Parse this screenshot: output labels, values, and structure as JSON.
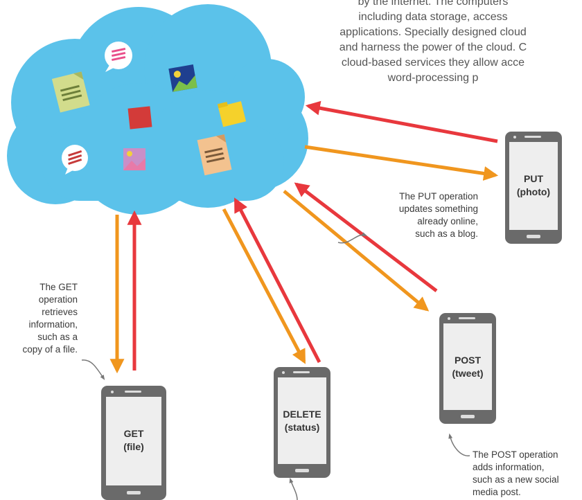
{
  "intro_lines": [
    "by the internet. The computers",
    "including data storage, access",
    "applications. Specially designed cloud",
    "and harness the power of the cloud. C",
    "cloud-based services they allow acce",
    "word-processing p"
  ],
  "devices": {
    "put": {
      "line1": "PUT",
      "line2": "(photo)"
    },
    "get": {
      "line1": "GET",
      "line2": "(file)"
    },
    "delete": {
      "line1": "DELETE",
      "line2": "(status)"
    },
    "post": {
      "line1": "POST",
      "line2": "(tweet)"
    }
  },
  "notes": {
    "put": [
      "The PUT operation",
      "updates something",
      "already online,",
      "such as a blog."
    ],
    "get": [
      "The GET",
      "operation",
      "retrieves",
      "information,",
      "such as a",
      "copy of a file."
    ],
    "post": [
      "The POST operation",
      "adds information,",
      "such as a new social",
      "media post."
    ]
  },
  "colors": {
    "cloud": "#5bc2ea",
    "request_arrow": "#e8383d",
    "response_arrow": "#f0961e",
    "phone_body": "#6a6a6a",
    "phone_screen": "#eeeeee"
  }
}
